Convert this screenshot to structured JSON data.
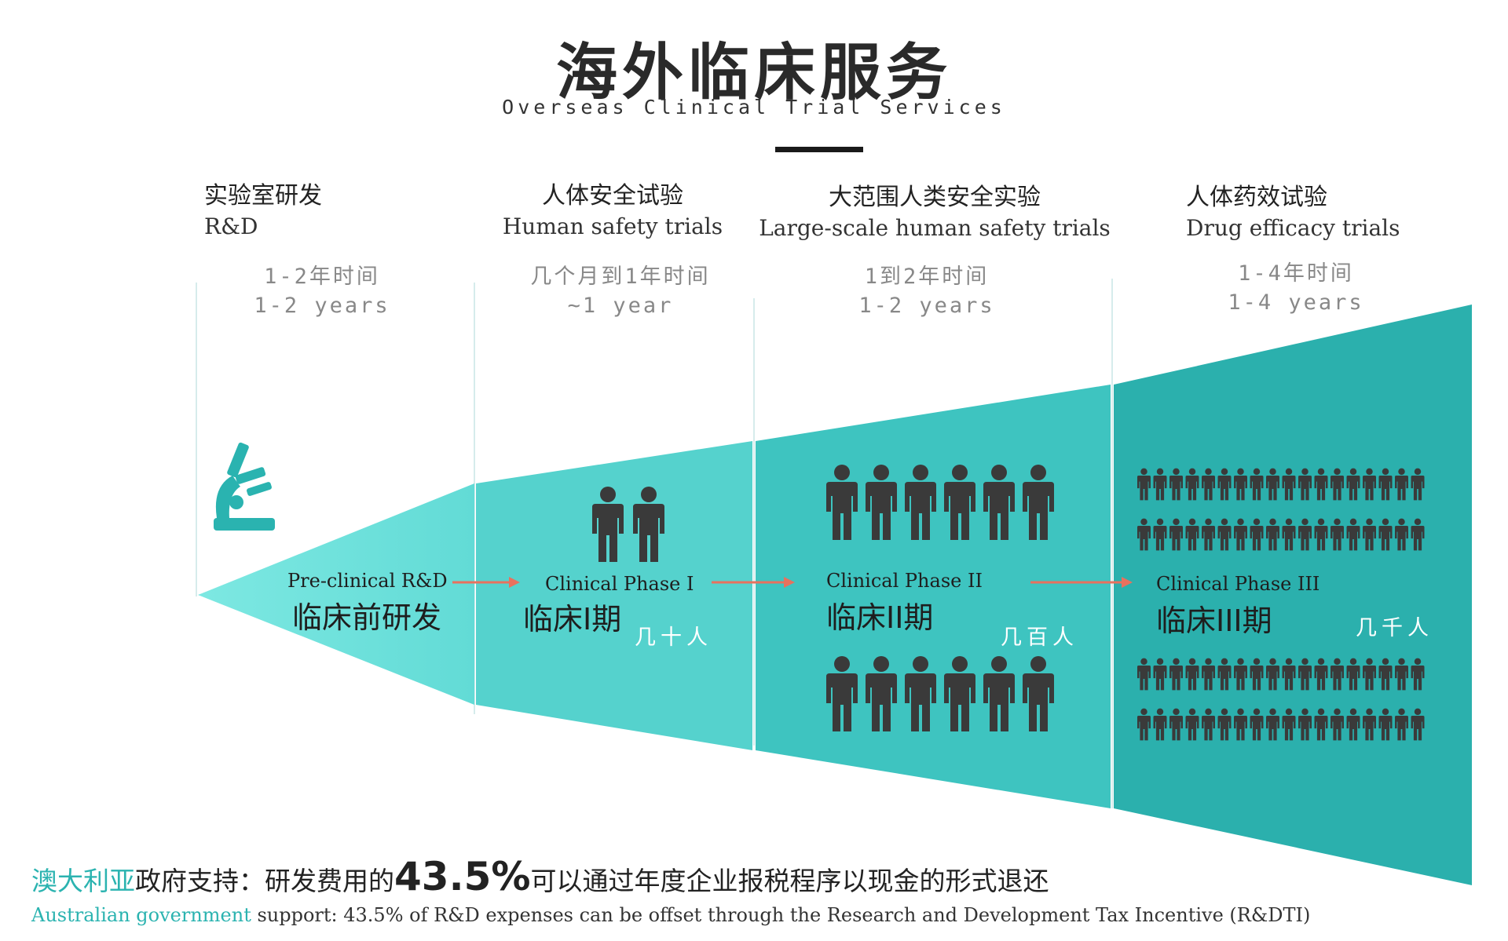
{
  "title": {
    "zh": "海外临床服务",
    "en": "Overseas Clinical Trial Services"
  },
  "stages": [
    {
      "zh": "实验室研发",
      "en": "R&D",
      "duration_zh": "1-2年时间",
      "duration_en": "1-2 years"
    },
    {
      "zh": "人体安全试验",
      "en": "Human safety trials",
      "duration_zh": "几个月到1年时间",
      "duration_en": "~1 year"
    },
    {
      "zh": "大范围人类安全实验",
      "en": "Large-scale human safety trials",
      "duration_zh": "1到2年时间",
      "duration_en": "1-2 years"
    },
    {
      "zh": "人体药效试验",
      "en": "Drug efficacy trials",
      "duration_zh": "1-4年时间",
      "duration_en": "1-4 years"
    }
  ],
  "phases": [
    {
      "en": "Pre-clinical R&D",
      "zh": "临床前研发",
      "count": ""
    },
    {
      "en": "Clinical Phase I",
      "zh": "临床I期",
      "count": "几十人"
    },
    {
      "en": "Clinical Phase II",
      "zh": "临床II期",
      "count": "几百人"
    },
    {
      "en": "Clinical Phase III",
      "zh": "临床III期",
      "count": "几千人"
    }
  ],
  "icons": {
    "lab": "microscope-icon",
    "people": "person-icon"
  },
  "colors": {
    "teal_light": "#72e2dc",
    "teal_mid": "#4ecfcb",
    "teal_dark": "#2fb8b5",
    "teal_deep": "#26a8a5",
    "arrow": "#e8715e",
    "people": "#3a3a3a",
    "accent": "#2bb3b0"
  },
  "footer": {
    "zh_highlight": "澳大利亚",
    "zh_before": "政府支持：研发费用的",
    "zh_big": "43.5%",
    "zh_after": "可以通过年度企业报税程序以现金的形式退还",
    "en_highlight": "Australian government",
    "en_rest": " support: 43.5% of R&D expenses can be offset through the Research and Development Tax Incentive (R&DTI)"
  }
}
